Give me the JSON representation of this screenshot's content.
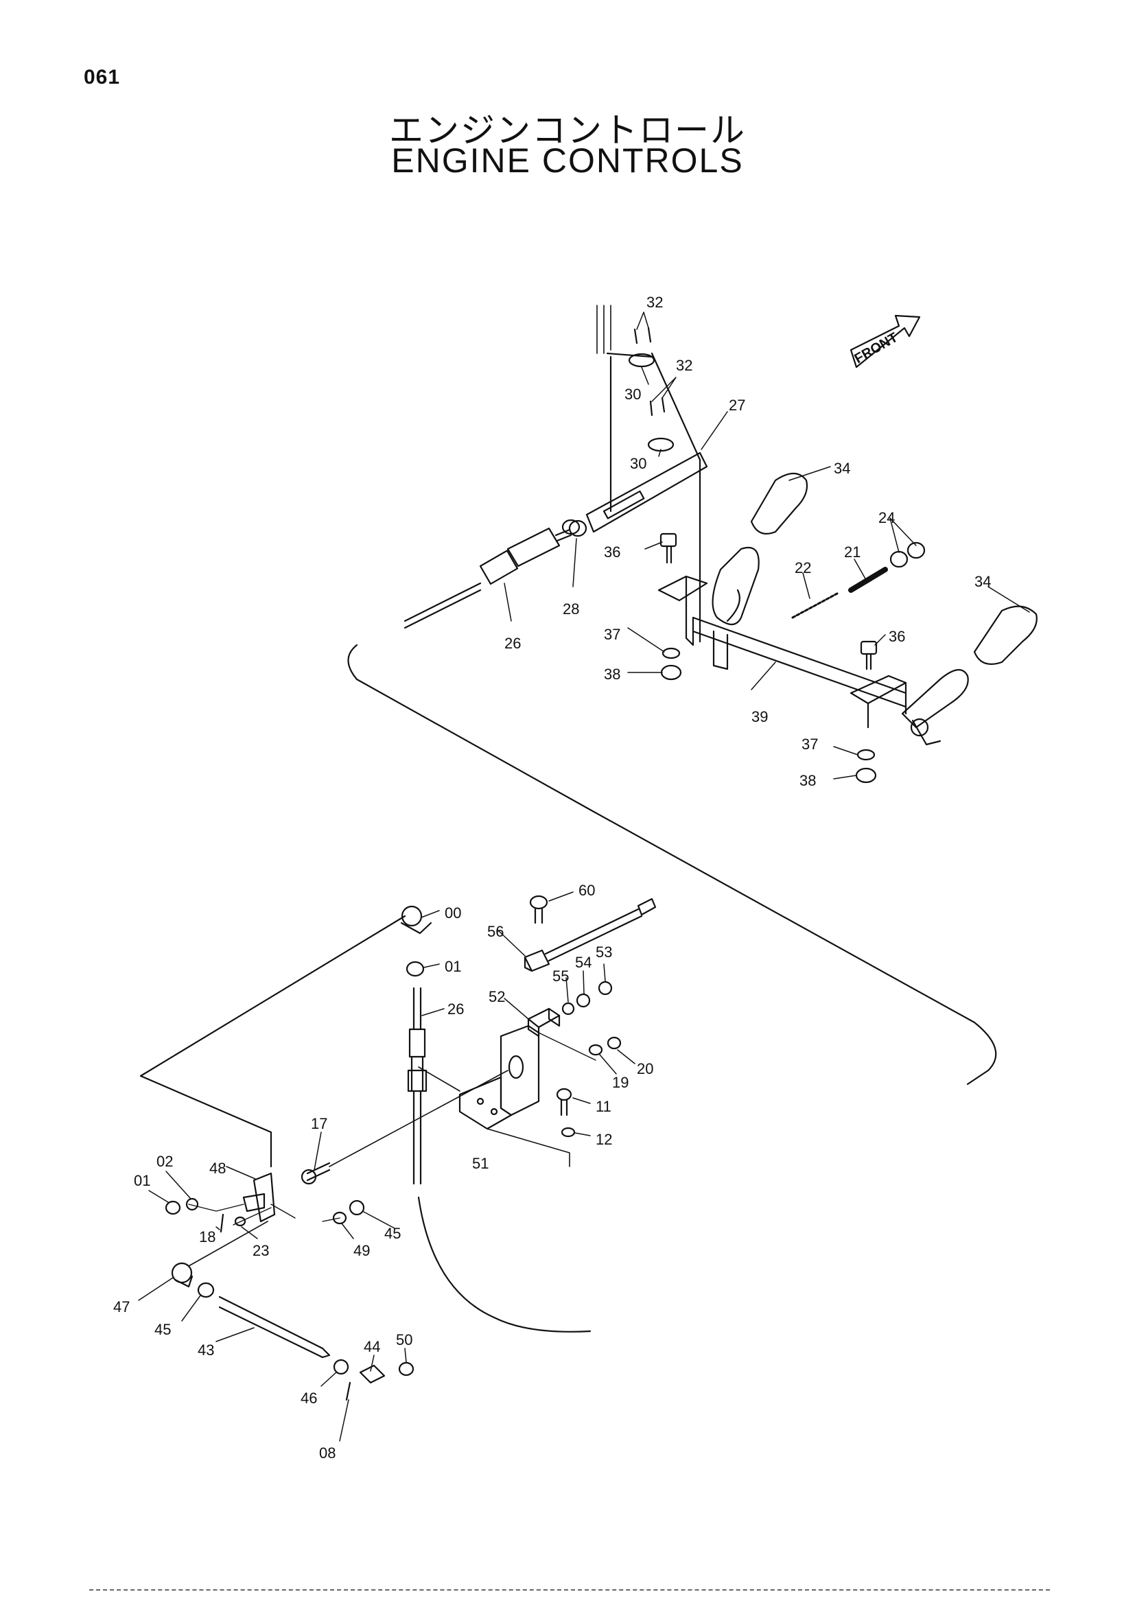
{
  "page": {
    "number": "061",
    "title_jp": "エンジンコントロール",
    "title_en": "ENGINE CONTROLS"
  },
  "orientation": {
    "label": "FRONT"
  },
  "callouts": [
    "32",
    "32",
    "30",
    "30",
    "27",
    "34",
    "34",
    "24",
    "21",
    "22",
    "36",
    "36",
    "28",
    "26",
    "37",
    "38",
    "39",
    "37",
    "38",
    "00",
    "60",
    "56",
    "01",
    "53",
    "54",
    "55",
    "26",
    "52",
    "20",
    "19",
    "11",
    "12",
    "51",
    "17",
    "48",
    "02",
    "01",
    "18",
    "23",
    "45",
    "49",
    "47",
    "45",
    "43",
    "44",
    "50",
    "46",
    "08"
  ]
}
